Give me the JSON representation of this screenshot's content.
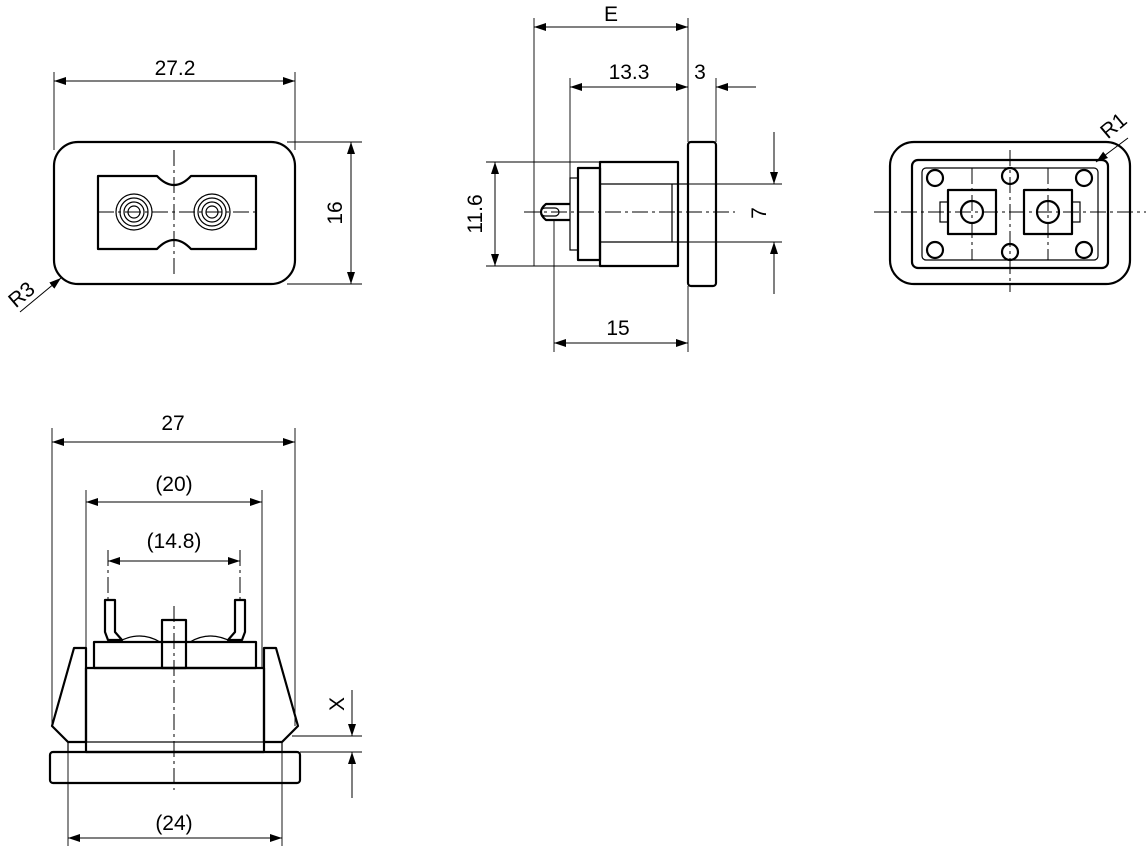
{
  "front_view": {
    "width_label": "27.2",
    "height_label": "16",
    "radius_label": "R3"
  },
  "side_view": {
    "e_label": "E",
    "d13_label": "13.3",
    "d3_label": "3",
    "d11_label": "11.6",
    "d7_label": "7",
    "d15_label": "15"
  },
  "rear_view": {
    "radius_label": "R1"
  },
  "bottom_view": {
    "d27_label": "27",
    "d20_label": "(20)",
    "d148_label": "(14.8)",
    "x_label": "X",
    "d24_label": "(24)"
  }
}
